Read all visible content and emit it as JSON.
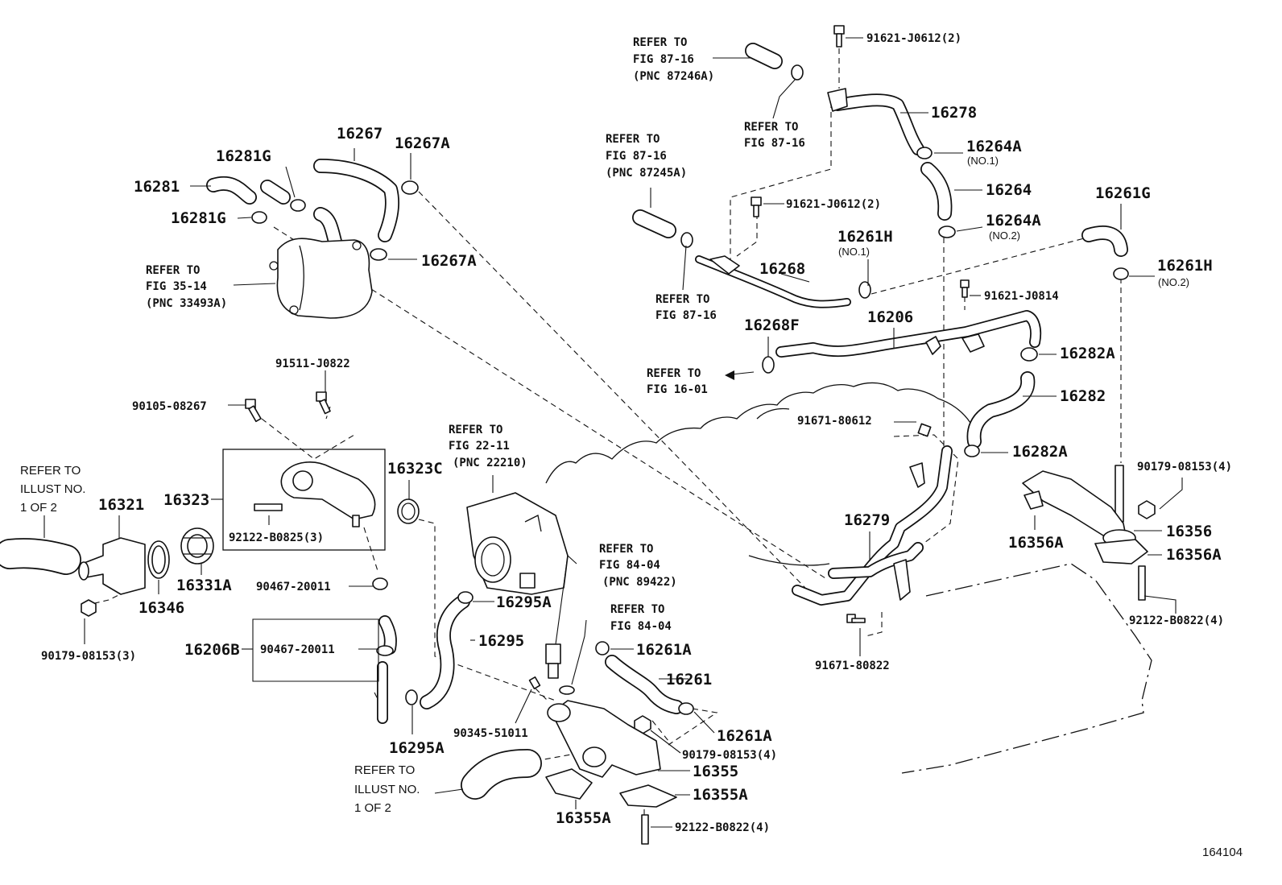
{
  "figure_id": "164104",
  "refer_notes": {
    "fig87_16_pnc87246a": [
      "REFER TO",
      "FIG 87-16",
      "(PNC 87246A)"
    ],
    "fig87_16_a": [
      "REFER TO",
      "FIG 87-16"
    ],
    "fig87_16_pnc87245a": [
      "REFER TO",
      "FIG 87-16",
      "(PNC 87245A)"
    ],
    "fig87_16_b": [
      "REFER TO",
      "FIG 87-16"
    ],
    "fig35_14": [
      "REFER TO",
      "FIG 35-14",
      "(PNC 33493A)"
    ],
    "fig16_01": [
      "REFER TO",
      "FIG 16-01"
    ],
    "fig22_11": [
      "REFER TO",
      "FIG 22-11",
      "(PNC 22210)"
    ],
    "fig84_04_pnc89422": [
      "REFER TO",
      "FIG 84-04",
      "(PNC 89422)"
    ],
    "fig84_04": [
      "REFER TO",
      "FIG 84-04"
    ],
    "illust_left": [
      "REFER TO",
      "ILLUST NO.",
      "1 OF 2"
    ],
    "illust_bottom": [
      "REFER TO",
      "ILLUST NO.",
      "1 OF 2"
    ]
  },
  "labels": {
    "p91621_j0612_top": "91621-J0612(2)",
    "p16278": "16278",
    "p16264a_1": "16264A",
    "no1_a": "(NO.1)",
    "p16264": "16264",
    "p16264a_2": "16264A",
    "no2_a": "(NO.2)",
    "p16261g": "16261G",
    "p16261h_1": "16261H",
    "no1_b": "(NO.1)",
    "p16261h_2": "16261H",
    "no2_b": "(NO.2)",
    "p91621_j0612_mid": "91621-J0612(2)",
    "p16268": "16268",
    "p91621_j0814": "91621-J0814",
    "p16268f": "16268F",
    "p16206": "16206",
    "p16282a_1": "16282A",
    "p16282": "16282",
    "p16282a_2": "16282A",
    "p91671_80612": "91671-80612",
    "p90179_08153_4_r": "90179-08153(4)",
    "p16356": "16356",
    "p16356a_l": "16356A",
    "p16356a_r": "16356A",
    "p92122_b0822_4_r": "92122-B0822(4)",
    "p16279": "16279",
    "p91671_80822": "91671-80822",
    "p16267": "16267",
    "p16267a_1": "16267A",
    "p16281g_1": "16281G",
    "p16281": "16281",
    "p16281g_2": "16281G",
    "p16267a_2": "16267A",
    "p91511_j0822": "91511-J0822",
    "p90105_08267": "90105-08267",
    "p16323c": "16323C",
    "p16321": "16321",
    "p16323": "16323",
    "p92122_b0825_3": "92122-B0825(3)",
    "p16331a": "16331A",
    "p16346": "16346",
    "p90467_20011_a": "90467-20011",
    "p90179_08153_3": "90179-08153(3)",
    "p16206b": "16206B",
    "p90467_20011_b": "90467-20011",
    "p16295a_1": "16295A",
    "p16295": "16295",
    "p16295a_2": "16295A",
    "p16261a_1": "16261A",
    "p16261": "16261",
    "p16261a_2": "16261A",
    "p90345_51011": "90345-51011",
    "p90179_08153_4_b": "90179-08153(4)",
    "p16355": "16355",
    "p16355a_r": "16355A",
    "p16355a_l": "16355A",
    "p92122_b0822_4_b": "92122-B0822(4)"
  },
  "icons": [
    "hose",
    "hose-clamp",
    "bolt",
    "stud",
    "nut",
    "gasket",
    "o-ring",
    "thermostat",
    "water-inlet",
    "water-outlet",
    "bypass-pipe",
    "throttle-body",
    "engine-outline"
  ]
}
